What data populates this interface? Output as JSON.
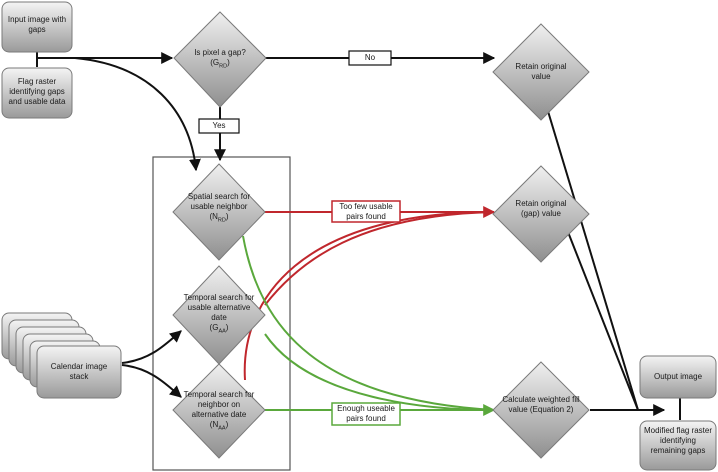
{
  "nodes": {
    "input_image": "Input image with gaps",
    "flag_raster": "Flag raster identifying gaps and usable data",
    "is_gap": {
      "text": "Is pixel a gap?",
      "sub_main": "G",
      "sub_small": "RD"
    },
    "retain_original": "Retain original value",
    "spatial_search": {
      "text": "Spatial search for usable neighbor",
      "sub_main": "N",
      "sub_small": "RD"
    },
    "temporal_alt_date": {
      "text": "Temporal search for usable alternative date",
      "sub_main": "G",
      "sub_small": "AA"
    },
    "temporal_neighbor": {
      "text": "Temporal search for neighbor on alternative date",
      "sub_main": "N",
      "sub_small": "AA"
    },
    "retain_gap": "Retain original (gap) value",
    "calendar_stack": "Calendar image stack",
    "calc_fill": "Calculate weighted fill value (Equation 2)",
    "output_image": "Output image",
    "modified_flag": "Modified flag raster identifying remaining gaps"
  },
  "edge_labels": {
    "no": "No",
    "yes": "Yes",
    "too_few": "Too few usable pairs found",
    "enough": "Enough useable pairs found"
  },
  "colors": {
    "node_fill_light": "#f2f2f2",
    "node_fill_dark": "#9a9a9a",
    "too_few_red": "#c0272d",
    "enough_green": "#5aa83c"
  }
}
